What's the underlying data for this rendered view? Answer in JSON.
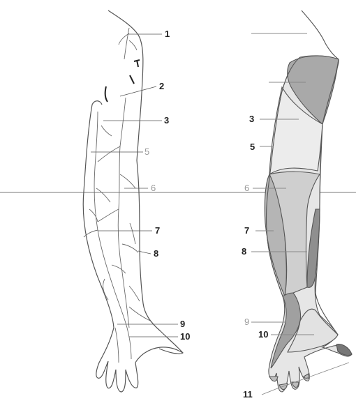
{
  "colors": {
    "background": "#ffffff",
    "line": "#555555",
    "vein": "#6a6a6a",
    "zone_dark": "#a9a9a9",
    "zone_mid": "#c4c4c4",
    "zone_light": "#e6e6e6",
    "zone_darkest": "#8c8c8c"
  },
  "left_panel": {
    "labels": {
      "l1": "1",
      "l2": "2",
      "l3": "3",
      "l5": "5",
      "l6": "6",
      "l7": "7",
      "l8": "8",
      "l9": "9",
      "l10": "10"
    }
  },
  "right_panel": {
    "labels": {
      "r3": "3",
      "r5": "5",
      "r6": "6",
      "r7": "7",
      "r8": "8",
      "r9": "9",
      "r10": "10",
      "r11": "11"
    }
  }
}
